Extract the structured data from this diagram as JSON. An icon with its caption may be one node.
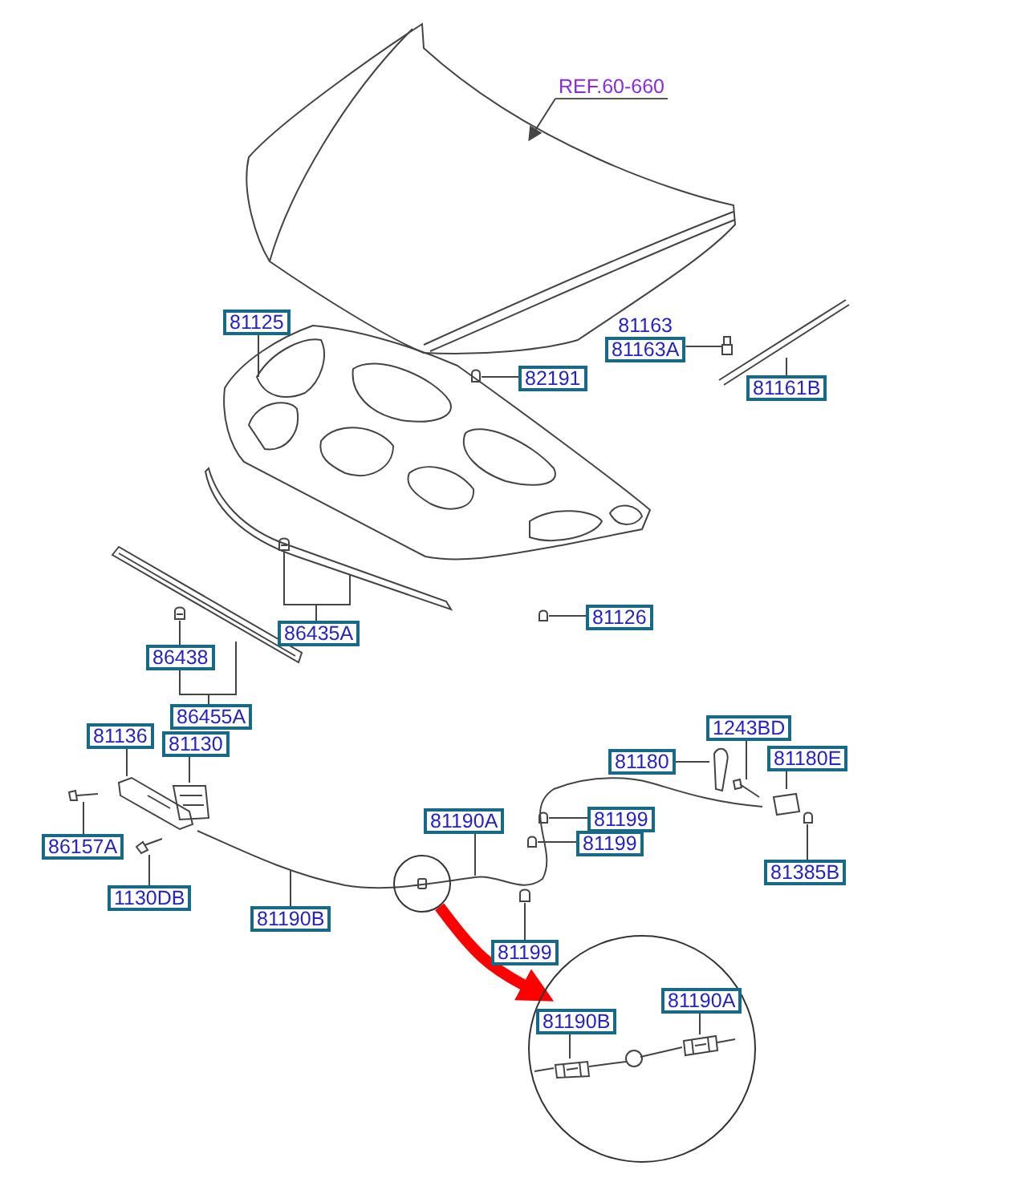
{
  "diagram": {
    "nodes": [
      {
        "text": [
          "REF.60-660"
        ]
      },
      {
        "text": [
          "81125"
        ]
      },
      {
        "text": [
          "82191"
        ]
      },
      {
        "text": [
          "81163",
          "81163A"
        ]
      },
      {
        "text": [
          "81161B"
        ]
      },
      {
        "text": [
          "81126"
        ]
      },
      {
        "text": [
          "86435A"
        ]
      },
      {
        "text": [
          "86438"
        ]
      },
      {
        "text": [
          "86455A"
        ]
      },
      {
        "text": [
          "81136"
        ]
      },
      {
        "text": [
          "81130"
        ]
      },
      {
        "text": [
          "86157A"
        ]
      },
      {
        "text": [
          "1130DB"
        ]
      },
      {
        "text": [
          "81190B"
        ]
      },
      {
        "text": [
          "81190A"
        ]
      },
      {
        "text": [
          "81180"
        ]
      },
      {
        "text": [
          "1243BD"
        ]
      },
      {
        "text": [
          "81180E"
        ]
      },
      {
        "text": [
          "81199"
        ]
      },
      {
        "text": [
          "81199"
        ]
      },
      {
        "text": [
          "81385B"
        ]
      },
      {
        "text": [
          "81199"
        ]
      },
      {
        "text": [],
        "shape": "circle"
      },
      {
        "text": [],
        "shape": "circle"
      },
      {
        "text": [
          "81190B"
        ],
        "in": 23
      },
      {
        "text": [
          "81190A"
        ],
        "in": 23
      },
      {
        "text": [],
        "shape": "picture"
      },
      {
        "text": [],
        "shape": "picture"
      },
      {
        "text": [],
        "shape": "picture"
      },
      {
        "text": [],
        "shape": "picture"
      },
      {
        "text": [],
        "shape": "picture"
      },
      {
        "text": [],
        "shape": "picture"
      },
      {
        "text": [],
        "shape": "picture"
      },
      {
        "text": [],
        "shape": "picture"
      },
      {
        "text": [],
        "shape": "picture"
      },
      {
        "text": [],
        "shape": "picture"
      },
      {
        "text": [],
        "shape": "picture"
      },
      {
        "text": [],
        "shape": "picture"
      },
      {
        "text": [],
        "shape": "picture"
      },
      {
        "text": [],
        "shape": "picture"
      },
      {
        "text": [],
        "shape": "picture"
      },
      {
        "text": [],
        "shape": "picture"
      },
      {
        "text": [],
        "shape": "picture",
        "in": 23
      },
      {
        "text": [],
        "shape": "picture",
        "in": 23
      }
    ],
    "edges": [
      {
        "from": 0,
        "to": null,
        "arrow": "to"
      },
      {
        "from": 1,
        "to": null,
        "arrow": "none"
      },
      {
        "from": 2,
        "to": 26,
        "arrow": "none"
      },
      {
        "from": 3,
        "to": 27,
        "arrow": "none"
      },
      {
        "from": 4,
        "to": null,
        "arrow": "none"
      },
      {
        "from": 5,
        "to": 28,
        "arrow": "none"
      },
      {
        "from": 6,
        "to": 29,
        "arrow": "none"
      },
      {
        "from": 6,
        "to": null,
        "arrow": "none"
      },
      {
        "from": 7,
        "to": 30,
        "arrow": "none"
      },
      {
        "from": 8,
        "to": 7,
        "arrow": "none"
      },
      {
        "from": 8,
        "to": null,
        "arrow": "none"
      },
      {
        "from": 9,
        "to": 31,
        "arrow": "none"
      },
      {
        "from": 10,
        "to": 32,
        "arrow": "none"
      },
      {
        "from": 11,
        "to": 33,
        "arrow": "none"
      },
      {
        "from": 12,
        "to": 34,
        "arrow": "none"
      },
      {
        "from": 13,
        "to": null,
        "arrow": "none"
      },
      {
        "from": 14,
        "to": null,
        "arrow": "none"
      },
      {
        "from": 15,
        "to": 35,
        "arrow": "none"
      },
      {
        "from": 16,
        "to": 36,
        "arrow": "none"
      },
      {
        "from": 17,
        "to": 37,
        "arrow": "none"
      },
      {
        "from": 18,
        "to": 39,
        "arrow": "none"
      },
      {
        "from": 19,
        "to": 40,
        "arrow": "none"
      },
      {
        "from": 20,
        "to": 38,
        "arrow": "none"
      },
      {
        "from": 21,
        "to": 41,
        "arrow": "none"
      },
      {
        "from": 24,
        "to": 42,
        "arrow": "none"
      },
      {
        "from": 25,
        "to": 43,
        "arrow": "none"
      },
      {
        "from": 22,
        "to": 23,
        "arrow": "to",
        "style": "thick",
        "color": "#ff0000"
      }
    ]
  }
}
